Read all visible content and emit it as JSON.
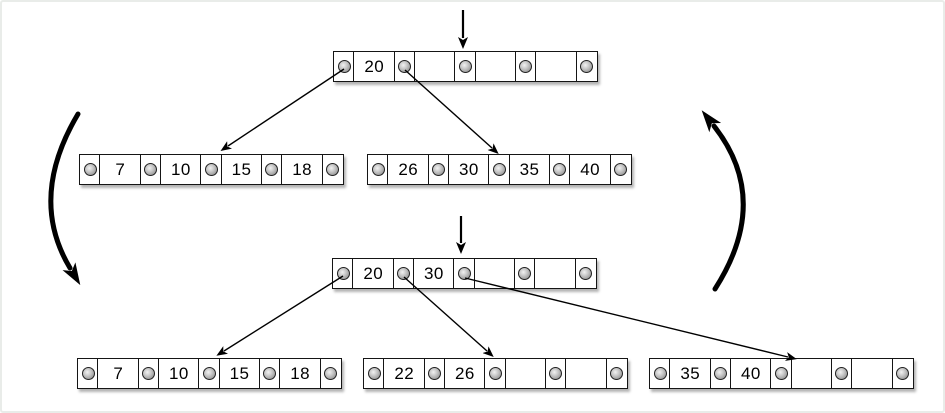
{
  "figure": {
    "kind": "btree-insertion-split-diagram"
  },
  "colors": {
    "background": "#ffffff",
    "line": "#000000",
    "cell_border": "#151515",
    "cell_fill": "#ffffff",
    "dot_fill": "#9a9a9a"
  },
  "trees": {
    "before": {
      "root": {
        "keys": [
          "20",
          "",
          "",
          ""
        ]
      },
      "children": [
        {
          "keys": [
            "7",
            "10",
            "15",
            "18"
          ]
        },
        {
          "keys": [
            "26",
            "30",
            "35",
            "40"
          ]
        }
      ]
    },
    "after": {
      "root": {
        "keys": [
          "20",
          "30",
          "",
          ""
        ]
      },
      "children": [
        {
          "keys": [
            "7",
            "10",
            "15",
            "18"
          ]
        },
        {
          "keys": [
            "22",
            "26",
            "",
            ""
          ]
        },
        {
          "keys": [
            "35",
            "40",
            "",
            ""
          ]
        }
      ]
    }
  }
}
